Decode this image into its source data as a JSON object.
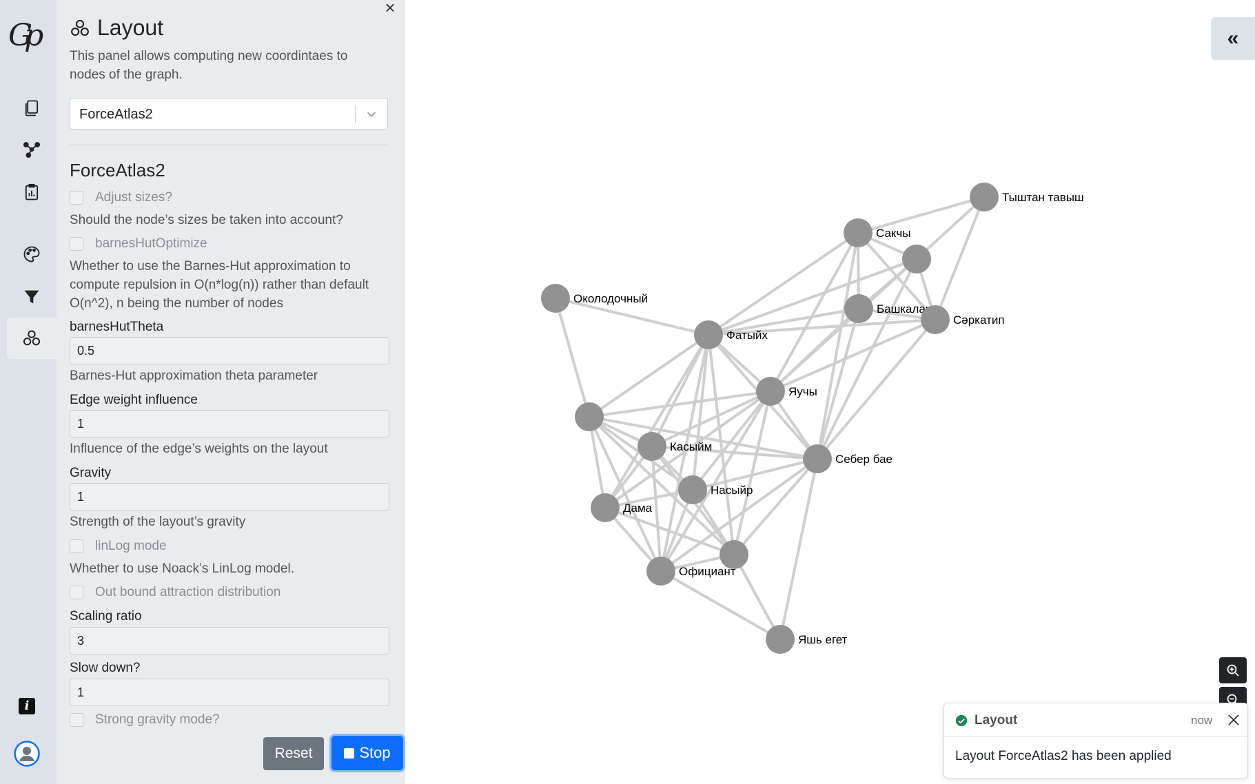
{
  "sidebar": {
    "logo": "Gp",
    "items": [
      {
        "icon": "file-copy-icon"
      },
      {
        "icon": "graph-nodes-icon"
      },
      {
        "icon": "report-icon"
      },
      {
        "icon": "palette-icon"
      },
      {
        "icon": "filter-icon"
      },
      {
        "icon": "layout-icon",
        "active": true
      }
    ],
    "info_label": "i"
  },
  "panel": {
    "title": "Layout",
    "description": "This panel allows computing new coordintaes to nodes of the graph.",
    "selected_layout": "ForceAtlas2",
    "section_title": "ForceAtlas2",
    "fields": {
      "adjust_sizes_label": "Adjust sizes?",
      "adjust_sizes_help": "Should the node’s sizes be taken into account?",
      "barnes_hut_label": "barnesHutOptimize",
      "barnes_hut_help": "Whether to use the Barnes-Hut approximation to compute repulsion in O(n*log(n)) rather than default O(n^2), n being the number of nodes",
      "theta_label": "barnesHutTheta",
      "theta_value": "0.5",
      "theta_help": "Barnes-Hut approximation theta parameter",
      "edge_weight_label": "Edge weight influence",
      "edge_weight_value": "1",
      "edge_weight_help": "Influence of the edge’s weights on the layout",
      "gravity_label": "Gravity",
      "gravity_value": "1",
      "gravity_help": "Strength of the layout’s gravity",
      "linlog_label": "linLog mode",
      "linlog_help": "Whether to use Noack’s LinLog model.",
      "outbound_label": "Out bound attraction distribution",
      "scaling_label": "Scaling ratio",
      "scaling_value": "3",
      "slowdown_label": "Slow down?",
      "slowdown_value": "1",
      "strong_gravity_label": "Strong gravity mode?"
    },
    "reset_label": "Reset",
    "stop_label": "Stop"
  },
  "graph": {
    "nodes": [
      {
        "id": "tyshtan",
        "label": "Тыштан тавыш"
      },
      {
        "id": "sakchy",
        "label": "Сакчы"
      },
      {
        "id": "n3",
        "label": ""
      },
      {
        "id": "okolodochny",
        "label": "Околодочный"
      },
      {
        "id": "bashkalar",
        "label": "Башкалар"
      },
      {
        "id": "serkatip",
        "label": "Сәркатип"
      },
      {
        "id": "fatyikh",
        "label": "Фатыйх"
      },
      {
        "id": "yauchy",
        "label": "Яучы"
      },
      {
        "id": "n9",
        "label": ""
      },
      {
        "id": "kasyim",
        "label": "Касыйм"
      },
      {
        "id": "seber",
        "label": "Себер бае"
      },
      {
        "id": "nasyir",
        "label": "Насыйр"
      },
      {
        "id": "dama",
        "label": "Дама"
      },
      {
        "id": "n14",
        "label": ""
      },
      {
        "id": "ofitsiant",
        "label": "Официант"
      },
      {
        "id": "yash",
        "label": "Яшь егет"
      }
    ]
  },
  "toast": {
    "title": "Layout",
    "time": "now",
    "message": "Layout ForceAtlas2 has been applied"
  }
}
